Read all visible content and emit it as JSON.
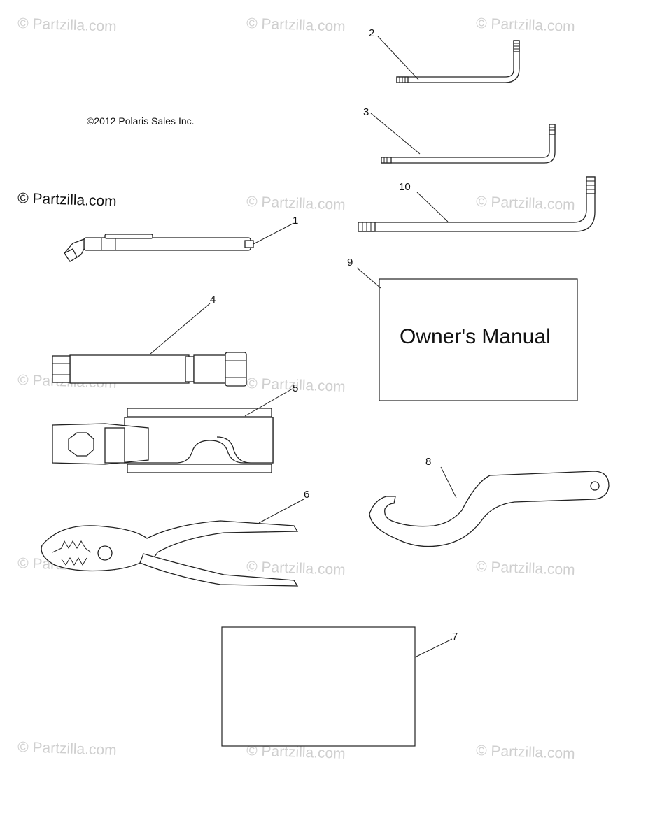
{
  "copyright": "©2012 Polaris Sales Inc.",
  "watermark": "© Partzilla.com",
  "manual_title": "Owner's Manual",
  "callouts": {
    "c1": "1",
    "c2": "2",
    "c3": "3",
    "c4": "4",
    "c5": "5",
    "c6": "6",
    "c7": "7",
    "c8": "8",
    "c9": "9",
    "c10": "10"
  }
}
